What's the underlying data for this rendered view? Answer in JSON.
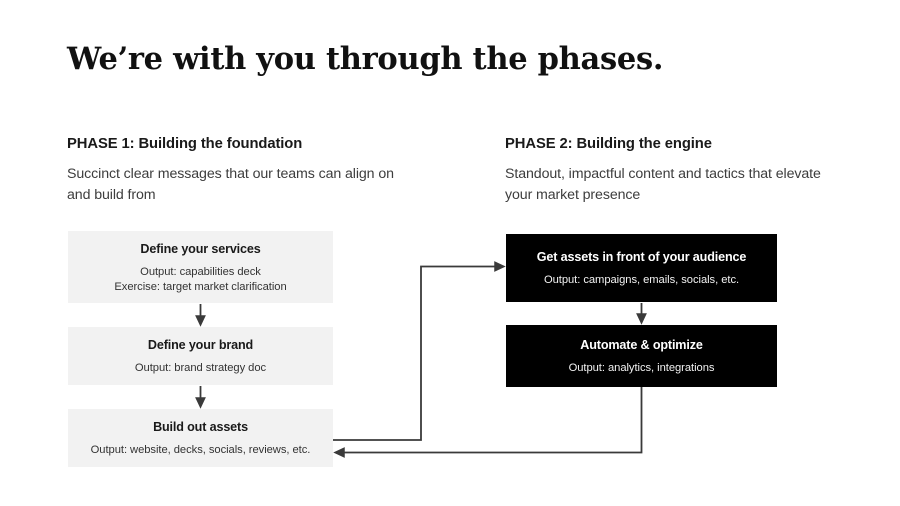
{
  "slide": {
    "title": "We’re with you through the phases.",
    "background_color": "#ffffff"
  },
  "colors": {
    "light_box": "#f2f2f2",
    "dark_box": "#000000",
    "text_dark": "#1a1a1a",
    "text_light": "#ffffff",
    "connector": "#3a3a3a"
  },
  "phases": [
    {
      "heading": "PHASE 1: Building the foundation",
      "subtitle": "Succinct clear messages that our teams can align on and build from",
      "steps": [
        {
          "title": "Define your services",
          "lines": [
            "Output: capabilities deck",
            "Exercise: target market clarification"
          ]
        },
        {
          "title": "Define your brand",
          "lines": [
            "Output: brand strategy doc"
          ]
        },
        {
          "title": "Build out assets",
          "lines": [
            "Output: website, decks, socials, reviews, etc."
          ]
        }
      ]
    },
    {
      "heading": "PHASE 2: Building the engine",
      "subtitle": "Standout, impactful content and tactics that elevate your market presence",
      "steps": [
        {
          "title": "Get assets in front of your audience",
          "lines": [
            "Output: campaigns, emails, socials, etc."
          ]
        },
        {
          "title": "Automate & optimize",
          "lines": [
            "Output: analytics, integrations"
          ]
        }
      ]
    }
  ],
  "connectors": [
    {
      "name": "services-to-brand",
      "from": "Define your services",
      "to": "Define your brand",
      "style": "arrow-down"
    },
    {
      "name": "brand-to-assets",
      "from": "Define your brand",
      "to": "Build out assets",
      "style": "arrow-down"
    },
    {
      "name": "assets-to-audience",
      "from": "Build out assets",
      "to": "Get assets in front of your audience",
      "style": "elbow-right-up"
    },
    {
      "name": "audience-to-automate",
      "from": "Get assets in front of your audience",
      "to": "Automate & optimize",
      "style": "arrow-down"
    },
    {
      "name": "automate-to-assets",
      "from": "Automate & optimize",
      "to": "Build out assets",
      "style": "elbow-down-left"
    }
  ]
}
